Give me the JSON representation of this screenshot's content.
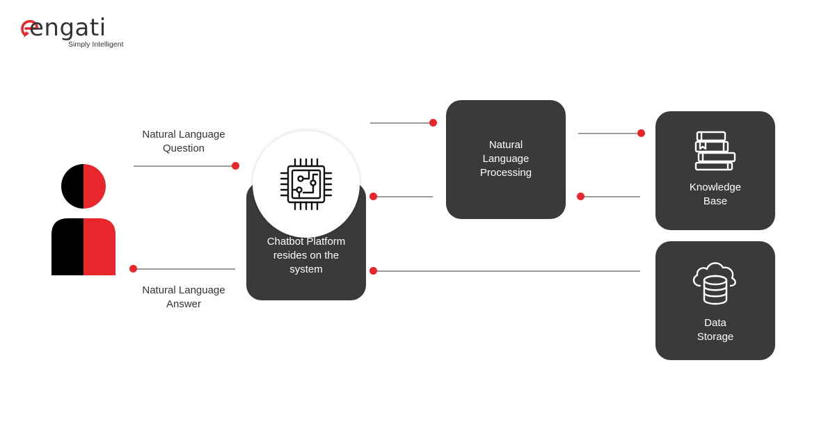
{
  "brand": {
    "name": "engati",
    "tagline": "Simply Intelligent",
    "accent_color": "#e8262b"
  },
  "nodes": {
    "user": {
      "icon": "user-icon"
    },
    "chatbot_platform": {
      "label": "Chatbot Platform\nresides on the\nsystem",
      "icon": "chip-icon"
    },
    "nlp": {
      "label": "Natural\nLanguage\nProcessing"
    },
    "knowledge_base": {
      "label": "Knowledge\nBase",
      "icon": "books-icon"
    },
    "data_storage": {
      "label": "Data\nStorage",
      "icon": "cloud-database-icon"
    }
  },
  "edges": {
    "question": "Natural Language\nQuestion",
    "answer": "Natural Language\nAnswer"
  },
  "colors": {
    "box": "#3a3a3a",
    "accent": "#e8262b",
    "line": "#9a9a9a",
    "text": "#333333"
  }
}
